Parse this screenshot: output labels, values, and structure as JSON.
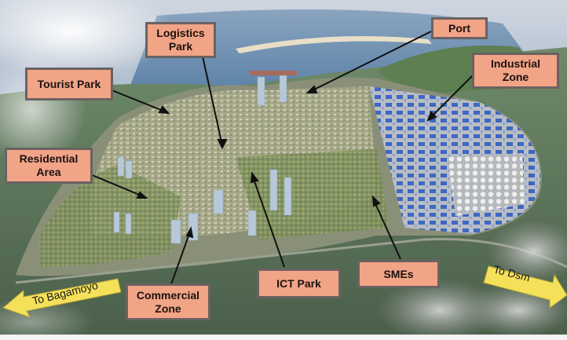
{
  "map": {
    "type": "aerial masterplan rendering",
    "labels": [
      {
        "id": "logistics-park",
        "text_line1": "Logistics",
        "text_line2": "Park"
      },
      {
        "id": "port",
        "text_line1": "Port"
      },
      {
        "id": "tourist-park",
        "text_line1": "Tourist Park"
      },
      {
        "id": "industrial-zone",
        "text_line1": "Industrial",
        "text_line2": "Zone"
      },
      {
        "id": "residential-area",
        "text_line1": "Residential",
        "text_line2": "Area"
      },
      {
        "id": "commercial-zone",
        "text_line1": "Commercial",
        "text_line2": "Zone"
      },
      {
        "id": "ict-park",
        "text_line1": "ICT Park"
      },
      {
        "id": "smes",
        "text_line1": "SMEs"
      }
    ],
    "direction_signs": [
      {
        "id": "to-bagamoyo",
        "text": "To Bagamoyo",
        "direction": "left"
      },
      {
        "id": "to-dsm",
        "text": "To Dsm",
        "direction": "right"
      }
    ],
    "colors": {
      "label_fill": "#f2a487",
      "label_border": "#6a6262",
      "sign_fill": "#f5e05a",
      "sea": "#5f86a8",
      "land": "#4f6a4e",
      "industrial_roof": "#3d68c4"
    }
  }
}
